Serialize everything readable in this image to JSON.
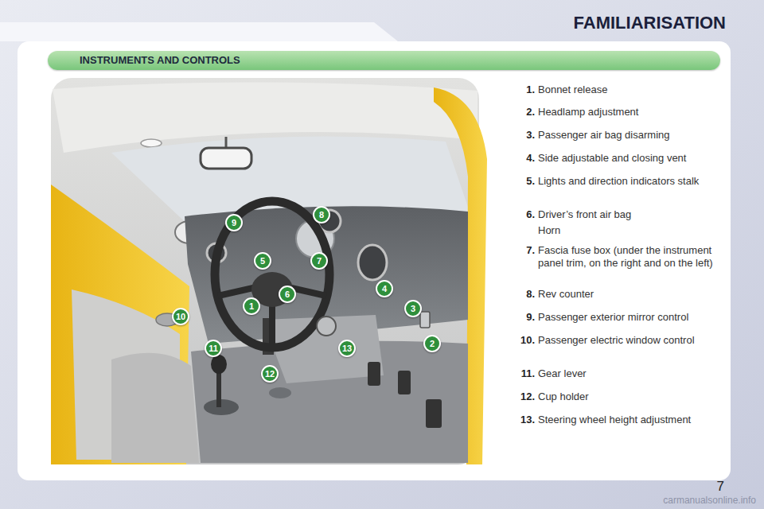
{
  "diagram": {
    "title": "FAMILIARISATION",
    "nodes": [
      {
        "text": [
          "INSTRUMENTS AND CONTROLS"
        ]
      },
      {
        "text": [
          "1"
        ]
      },
      {
        "text": [
          "2"
        ]
      },
      {
        "text": [
          "3"
        ]
      },
      {
        "text": [
          "4"
        ]
      },
      {
        "text": [
          "5"
        ]
      },
      {
        "text": [
          "6"
        ]
      },
      {
        "text": [
          "7"
        ]
      },
      {
        "text": [
          "8"
        ]
      },
      {
        "text": [
          "9"
        ]
      },
      {
        "text": [
          "10"
        ]
      },
      {
        "text": [
          "11"
        ]
      },
      {
        "text": [
          "12"
        ]
      },
      {
        "text": [
          "13"
        ]
      }
    ],
    "labels": [
      "1.",
      "Bonnet release",
      "2.",
      "Headlamp adjustment",
      "3.",
      "Passenger air bag disarming",
      "4.",
      "Side adjustable and closing vent",
      "5.",
      "Lights and direction indicators stalk",
      "6.",
      "Driver’s front air bag",
      "Horn",
      "7.",
      "Fascia fuse box (under the instrument panel trim, on the right and on the left)",
      "8.",
      "Rev counter",
      "9.",
      "Passenger exterior mirror control",
      "10.",
      "Passenger electric window control",
      "11.",
      "Gear lever",
      "12.",
      "Cup holder",
      "13.",
      "Steering wheel height adjustment",
      "7",
      "carmanualsonline.info"
    ]
  }
}
